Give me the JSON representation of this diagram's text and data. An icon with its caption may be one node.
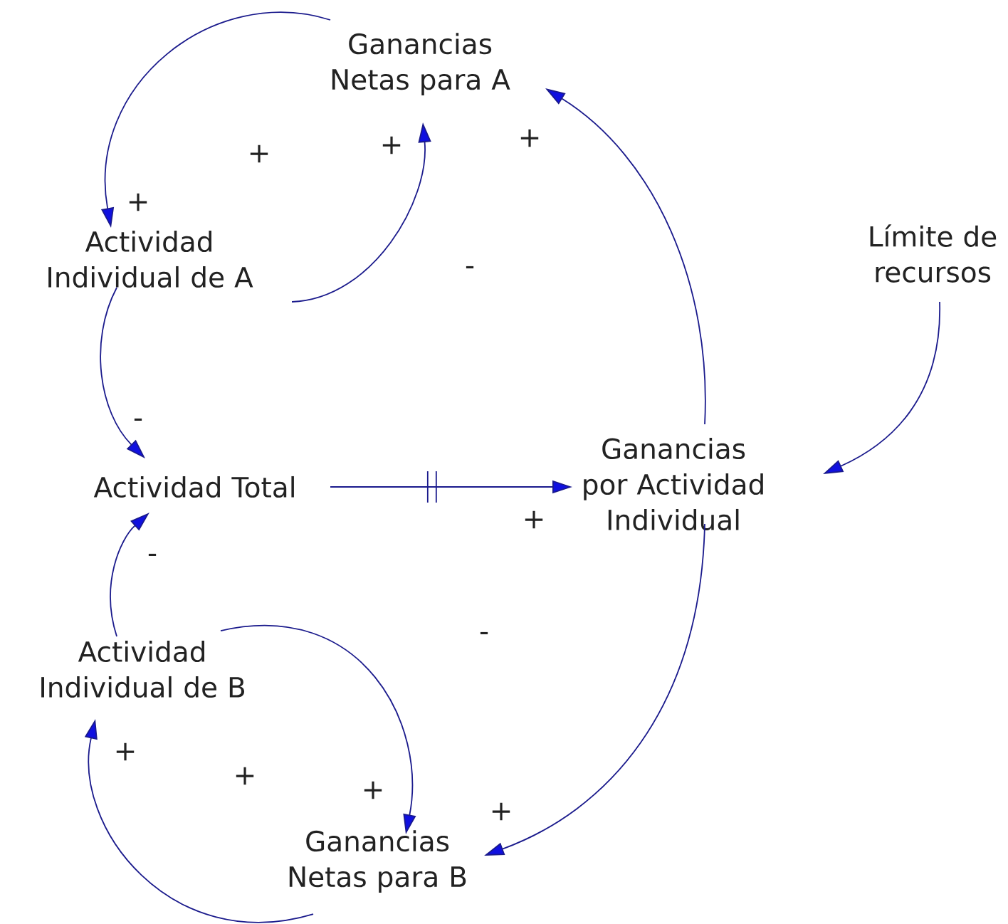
{
  "diagram": {
    "nodes": [
      {
        "text": [
          "Ganancias Netas para A"
        ]
      },
      {
        "text": [
          "Actividad Individual de A"
        ]
      },
      {
        "text": [
          "Actividad Total"
        ]
      },
      {
        "text": [
          "Ganancias por Actividad Individual"
        ]
      },
      {
        "text": [
          "Límite de recursos"
        ]
      },
      {
        "text": [
          "Actividad Individual de B"
        ]
      },
      {
        "text": [
          "Ganancias Netas para B"
        ]
      }
    ],
    "edges": [
      {
        "from": 0,
        "to": 1,
        "arrow": "to",
        "label": "+"
      },
      {
        "from": 1,
        "to": 0,
        "arrow": "to",
        "label": "+"
      },
      {
        "from": 1,
        "to": 2,
        "arrow": "to",
        "label": "-"
      },
      {
        "from": 2,
        "to": 3,
        "arrow": "to",
        "label": "+"
      },
      {
        "from": 3,
        "to": 0,
        "arrow": "to",
        "label": "+"
      },
      {
        "from": 4,
        "to": 3,
        "arrow": "to"
      },
      {
        "from": 5,
        "to": 2,
        "arrow": "to",
        "label": "-"
      },
      {
        "from": 5,
        "to": 6,
        "arrow": "to",
        "label": "+"
      },
      {
        "from": 6,
        "to": 5,
        "arrow": "to",
        "label": "+"
      },
      {
        "from": 3,
        "to": 6,
        "arrow": "to",
        "label": "+"
      }
    ],
    "labels": [
      "+",
      "-",
      "-",
      "+"
    ]
  }
}
